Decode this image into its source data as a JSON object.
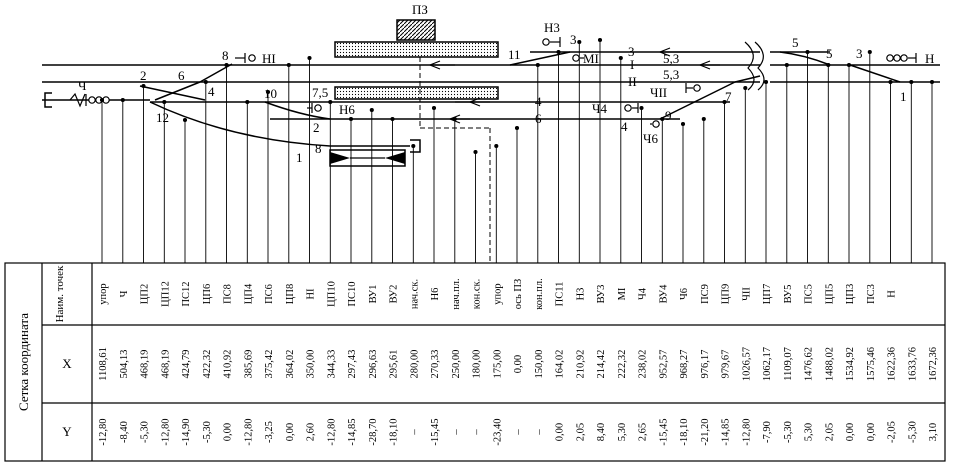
{
  "title": "ПЗ",
  "table": {
    "side_title": "Сетка координата",
    "header_name": "Наим. точек",
    "row_x": "X",
    "row_y": "Y",
    "columns": [
      {
        "name": "упор",
        "x": "1108,61",
        "y": "-12,80"
      },
      {
        "name": "Ч",
        "x": "504,13",
        "y": "-8,40"
      },
      {
        "name": "ЦП2",
        "x": "468,19",
        "y": "-5,30"
      },
      {
        "name": "ЦП12",
        "x": "468,19",
        "y": "-12,80"
      },
      {
        "name": "ПС12",
        "x": "424,79",
        "y": "-14,90"
      },
      {
        "name": "ЦП6",
        "x": "422,32",
        "y": "-5,30"
      },
      {
        "name": "ПС8",
        "x": "410,92",
        "y": "0,00"
      },
      {
        "name": "ЦП4",
        "x": "385,69",
        "y": "-12,80"
      },
      {
        "name": "ПС6",
        "x": "375,42",
        "y": "-3,25"
      },
      {
        "name": "ЦП8",
        "x": "364,02",
        "y": "0,00"
      },
      {
        "name": "НI",
        "x": "350,00",
        "y": "2,60"
      },
      {
        "name": "ЦП10",
        "x": "344,33",
        "y": "-12,80"
      },
      {
        "name": "ПС10",
        "x": "297,43",
        "y": "-14,85"
      },
      {
        "name": "ВУ1",
        "x": "296,63",
        "y": "-28,70"
      },
      {
        "name": "ВУ2",
        "x": "295,61",
        "y": "-18,10"
      },
      {
        "name": "нач.ск.",
        "x": "280,00",
        "y": "–"
      },
      {
        "name": "Н6",
        "x": "270,33",
        "y": "-15,45"
      },
      {
        "name": "нач.пл.",
        "x": "250,00",
        "y": "–"
      },
      {
        "name": "кон.ск.",
        "x": "180,00",
        "y": "–"
      },
      {
        "name": "упор",
        "x": "175,00",
        "y": "-23,40"
      },
      {
        "name": "ось ПЗ",
        "x": "0,00",
        "y": "–"
      },
      {
        "name": "кон.пл.",
        "x": "150,00",
        "y": "–"
      },
      {
        "name": "ПС11",
        "x": "164,02",
        "y": "0,00"
      },
      {
        "name": "Н3",
        "x": "210,92",
        "y": "2,05"
      },
      {
        "name": "ВУ3",
        "x": "214,42",
        "y": "8,40"
      },
      {
        "name": "МI",
        "x": "222,32",
        "y": "5,30"
      },
      {
        "name": "Ч4",
        "x": "238,02",
        "y": "2,65"
      },
      {
        "name": "ВУ4",
        "x": "952,57",
        "y": "-15,45"
      },
      {
        "name": "Ч6",
        "x": "968,27",
        "y": "-18,10"
      },
      {
        "name": "ПС9",
        "x": "976,17",
        "y": "-21,20"
      },
      {
        "name": "ЦП9",
        "x": "979,67",
        "y": "-14,85"
      },
      {
        "name": "ЧII",
        "x": "1026,57",
        "y": "-12,80"
      },
      {
        "name": "ЦП7",
        "x": "1062,17",
        "y": "-7,90"
      },
      {
        "name": "ВУ5",
        "x": "1109,07",
        "y": "-5,30"
      },
      {
        "name": "ПС5",
        "x": "1476,62",
        "y": "5,30"
      },
      {
        "name": "ЦП5",
        "x": "1488,02",
        "y": "2,05"
      },
      {
        "name": "ЦП3",
        "x": "1534,92",
        "y": "0,00"
      },
      {
        "name": "ПС3",
        "x": "1575,46",
        "y": "0,00"
      },
      {
        "name": "Н",
        "x": "1622,36",
        "y": "-2,05"
      },
      {
        "name": "",
        "x": "1633,76",
        "y": "-5,30"
      },
      {
        "name": "",
        "x": "1672,36",
        "y": "3,10"
      }
    ]
  },
  "track_labels": {
    "t3": "3",
    "tI": "I",
    "tII": "II",
    "t4": "4",
    "t6": "6",
    "t8": "8",
    "t5_3_top": "5,3",
    "t5_3_mid": "5,3"
  },
  "switch_labels": {
    "s1": "1",
    "s2": "2",
    "s3": "3",
    "s4": "4",
    "s5": "5",
    "s6": "6",
    "s7": "7",
    "s8": "8",
    "s9": "9",
    "s10": "10",
    "s11": "11",
    "s12": "12",
    "s1b": "1",
    "s2b": "2",
    "s3b": "3",
    "s4b": "4",
    "s5b": "5",
    "s8b": "8"
  },
  "signals": {
    "N": "Н",
    "NI": "НI",
    "N3": "Н3",
    "N6": "Н6",
    "M1": "МI",
    "Ch": "Ч",
    "Ch4": "Ч4",
    "Ch6": "Ч6",
    "ChII": "ЧII"
  },
  "platform_labels": {
    "p75": "7,5"
  }
}
